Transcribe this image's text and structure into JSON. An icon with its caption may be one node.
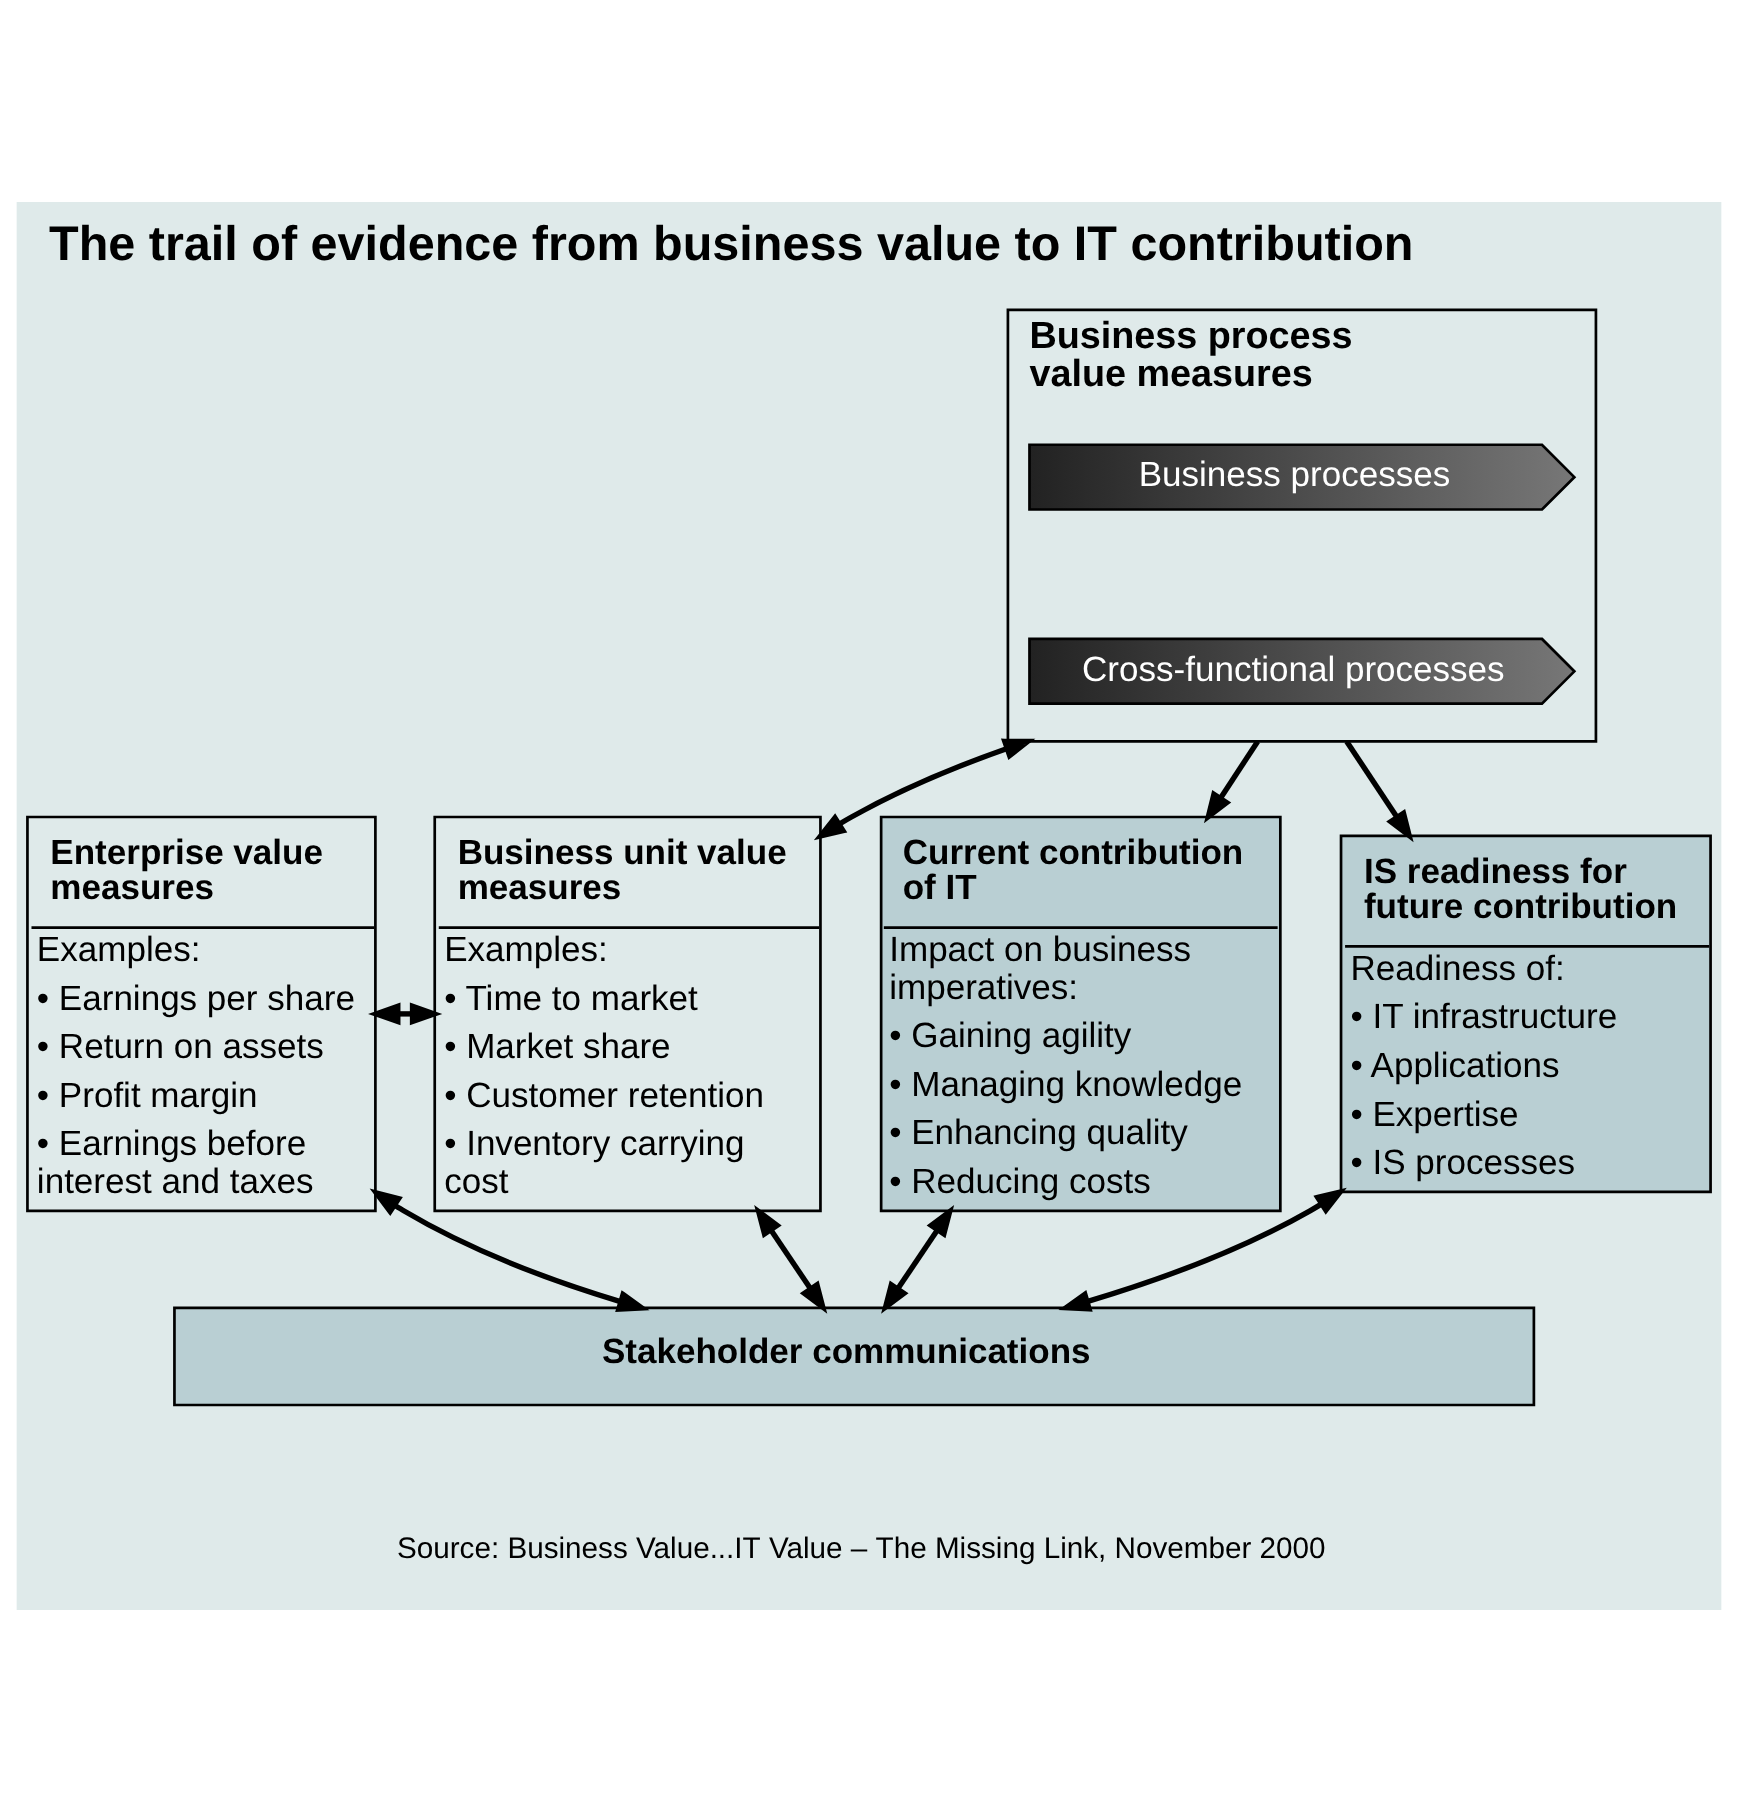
{
  "diagram": {
    "title": "The trail of evidence from business value to IT contribution",
    "nodes": [
      {
        "text": [
          "Enterprise value measures",
          "Examples:",
          "• Earnings per share",
          "• Return on assets",
          "• Profit margin",
          "• Earnings before interest and taxes"
        ]
      },
      {
        "text": [
          "Business unit value measures",
          "Examples:",
          "• Time to market",
          "• Market share",
          "• Customer retention",
          "• Inventory carrying cost"
        ]
      },
      {
        "text": [
          "Business process value measures"
        ]
      },
      {
        "text": [
          "Business processes"
        ],
        "in": 2
      },
      {
        "text": [
          "Cross-functional processes"
        ],
        "in": 2
      },
      {
        "text": [
          "Current contribution of IT",
          "Impact on business imperatives:",
          "• Gaining agility",
          "• Managing knowledge",
          "• Enhancing quality",
          "• Reducing costs"
        ]
      },
      {
        "text": [
          "IS readiness for future contribution",
          "Readiness of:",
          "• IT infrastructure",
          "• Applications",
          "• Expertise",
          "• IS processes"
        ]
      },
      {
        "text": [
          "Stakeholder communications"
        ]
      }
    ],
    "edges": [
      {
        "from": 0,
        "to": 1,
        "arrow": "both"
      },
      {
        "from": 1,
        "to": 2,
        "arrow": "both"
      },
      {
        "from": 2,
        "to": 5,
        "arrow": "to"
      },
      {
        "from": 2,
        "to": 6,
        "arrow": "to"
      },
      {
        "from": 0,
        "to": 7,
        "arrow": "both"
      },
      {
        "from": 1,
        "to": 7,
        "arrow": "both"
      },
      {
        "from": 5,
        "to": 7,
        "arrow": "both"
      },
      {
        "from": 6,
        "to": 7,
        "arrow": "both"
      }
    ],
    "labels": [
      "Source: Business Value...IT Value – The Missing Link, November 2000"
    ]
  }
}
